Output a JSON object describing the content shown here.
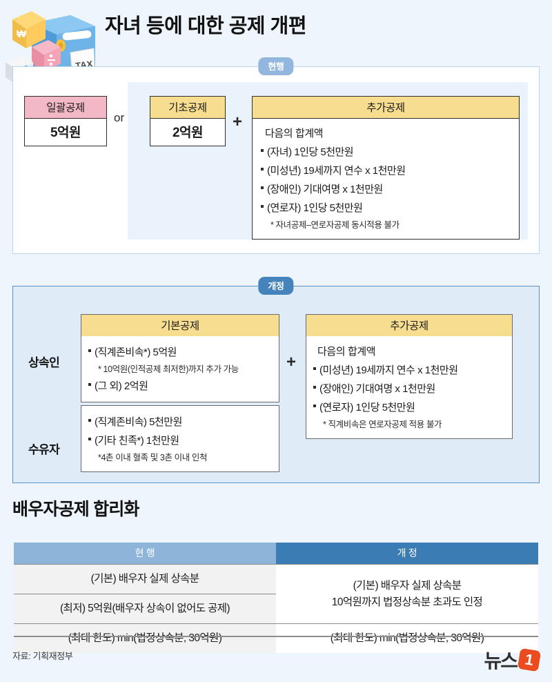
{
  "header": {
    "title": "자녀 등에 대한 공제 개편",
    "illustration_icon": "tax-machine-illustration"
  },
  "colors": {
    "page_background": "#eef5fc",
    "badge_current": "#92b6dd",
    "badge_revised": "#4583bd",
    "head_pink": "#f2b8c6",
    "head_yellow": "#f7dd8f",
    "table_header_current": "#8fb4d9",
    "table_header_revised": "#3c7cb4",
    "logo_orange": "#eb4b1e"
  },
  "current_section": {
    "badge": "현행",
    "lumpsum": {
      "label": "일괄공제",
      "value": "5억원"
    },
    "or_label": "or",
    "basic": {
      "label": "기초공제",
      "value": "2억원"
    },
    "plus_sign": "+",
    "extra": {
      "label": "추가공제",
      "lead": "다음의 합계액",
      "items": [
        "(자녀) 1인당 5천만원",
        "(미성년) 19세까지 연수 x 1천만원",
        "(장애인) 기대여명 x 1천만원",
        "(연로자) 1인당 5천만원"
      ],
      "note": "* 자녀공제–연로자공제 동시적용 불가"
    }
  },
  "revised_section": {
    "badge": "개정",
    "plus_sign": "+",
    "row_labels": {
      "heir": "상속인",
      "beneficiary": "수유자"
    },
    "basic": {
      "label": "기본공제",
      "heir_items": [
        "(직계존비속*) 5억원",
        "(그 외) 2억원"
      ],
      "heir_note": "* 10억원(인적공제 최저한)까지 추가 가능",
      "beneficiary_items": [
        "(직계존비속) 5천만원",
        "(기타 친족*) 1천만원"
      ],
      "beneficiary_note": "*4촌 이내 혈족 및 3촌 이내 인척"
    },
    "extra": {
      "label": "추가공제",
      "lead": "다음의 합계액",
      "items": [
        "(미성년) 19세까지 연수 x 1천만원",
        "(장애인) 기대여명 x 1천만원",
        "(연로자) 1인당 5천만원"
      ],
      "note": "* 직계비속은 연로자공제 적용 불가"
    }
  },
  "spouse_table": {
    "title": "배우자공제 합리화",
    "headers": [
      "현 행",
      "개 정"
    ],
    "current_rows": [
      "(기본) 배우자 실제 상속분",
      "(최저) 5억원(배우자 상속이 없어도 공제)",
      "(최대 한도) min(법정상속분, 30억원)"
    ],
    "revised_rows": [
      "(기본) 배우자 실제 상속분\n10억원까지 법정상속분 초과도 인정",
      "(최대 한도) min(법정상속분, 30억원)"
    ],
    "revised_row1_line1": "(기본) 배우자 실제 상속분",
    "revised_row1_line2": "10억원까지 법정상속분 초과도 인정",
    "revised_row2": "(최대 한도) min(법정상속분, 30억원)"
  },
  "footer": {
    "source": "자료: 기획재정부",
    "logo_text": "뉴스",
    "logo_mark": "1"
  }
}
